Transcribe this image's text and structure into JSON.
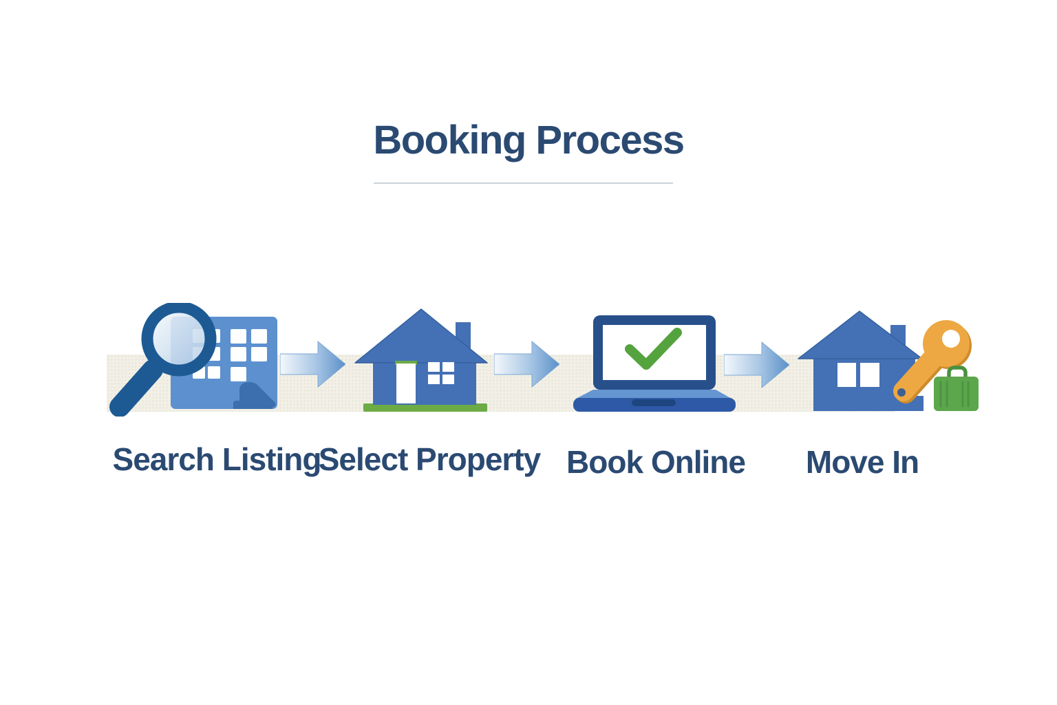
{
  "title": "Booking Process",
  "steps": [
    {
      "label": "Search Listing",
      "icon": "magnifier-building-icon"
    },
    {
      "label": "Select Property",
      "icon": "house-icon"
    },
    {
      "label": "Book Online",
      "icon": "laptop-checkmark-icon"
    },
    {
      "label": "Move In",
      "icon": "house-key-suitcase-icon"
    }
  ],
  "colors": {
    "title_text": "#2b4a72",
    "label_text": "#2b4a72",
    "divider": "#ccd3d9",
    "band_bg": "#f2f0e6",
    "building_blue": "#5c90cf",
    "building_accent": "#3b6fae",
    "magnifier_navy": "#1d5a94",
    "house_blue": "#4470b5",
    "house_edge": "#34619f",
    "green": "#6cab45",
    "laptop_navy": "#27508b",
    "laptop_deck": "#6596d2",
    "laptop_base": "#2e59a6",
    "laptop_notch": "#1d4680",
    "check_green": "#55a33e",
    "arrow_blue": "#5a90c9",
    "key_orange": "#eda843",
    "key_shadow": "#cd8c2c",
    "suitcase_green": "#5ca64b",
    "suitcase_dark": "#4a9140"
  }
}
